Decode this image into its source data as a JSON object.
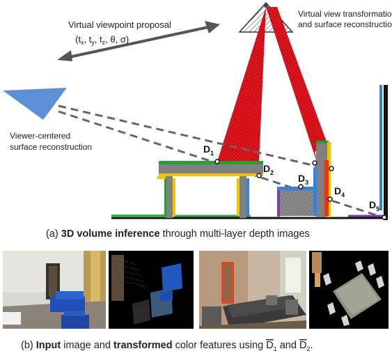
{
  "top_figure": {
    "proposal_label": "Virtual viewpoint proposal",
    "params": {
      "open": "(t",
      "tx": "x",
      "sep1": ", t",
      "ty": "y",
      "sep2": ", t",
      "tz": "z",
      "rest": ", θ, σ)"
    },
    "transform_label_line1": "Virtual view transformation",
    "transform_label_line2": "and surface reconstruction",
    "viewer_label_line1": "Viewer-centered",
    "viewer_label_line2": "surface reconstruction",
    "depth_labels": [
      {
        "letter": "D",
        "sub": "1"
      },
      {
        "letter": "D",
        "sub": "2"
      },
      {
        "letter": "D",
        "sub": "3"
      },
      {
        "letter": "D",
        "sub": "4"
      },
      {
        "letter": "D",
        "sub": "5"
      }
    ],
    "caption": {
      "prefix": "(a) ",
      "bold": "3D volume inference",
      "suffix": " through multi-layer depth images"
    }
  },
  "bottom_figure": {
    "caption": {
      "prefix": "(b) ",
      "bold1": "Input",
      "mid1": " image and ",
      "bold2": "transformed",
      "mid2": " color features using ",
      "d1": "D",
      "d1sub": "1",
      "and": " and ",
      "d2": "D",
      "d2sub": "2",
      "end": "."
    }
  },
  "colors": {
    "ray_red": "#e0141c",
    "camera_blue": "#5b8fd6",
    "furniture_gray": "#7f7f7f",
    "floor_green": "#3aa84a",
    "dashed_line": "#666666"
  }
}
